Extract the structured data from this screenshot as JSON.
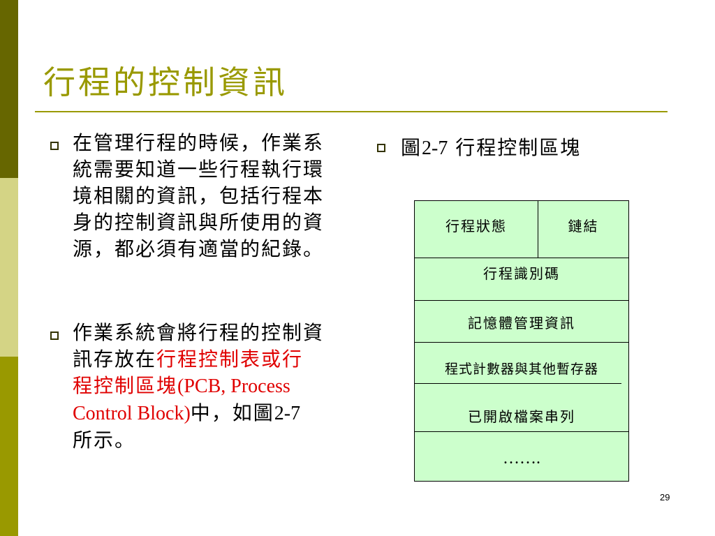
{
  "slide": {
    "title": "行程的控制資訊",
    "page_number": "29"
  },
  "bullets": [
    {
      "text": "在管理行程的時候，作業系統需要知道一些行程執行環境相關的資訊，包括行程本身的控制資訊與所使用的資源，都必須有適當的紀錄。"
    },
    {
      "prefix": "作業系統會將行程的控制資訊存放在",
      "highlight_cjk": "行程控制表或行程控制區塊",
      "highlight_latin": "(PCB, Process Control Block)",
      "suffix_cjk": "中，如",
      "suffix_line2_cjk": "圖",
      "suffix_line2_latin": "2-7",
      "suffix_line2_end": "所示。"
    }
  ],
  "figure": {
    "caption_prefix": "圖",
    "caption_number": "2-7",
    "caption_text": "行程控制區塊",
    "rows": {
      "process_state": "行程狀態",
      "link": "鏈結",
      "process_id": "行程識別碼",
      "memory_info": "記憶體管理資訊",
      "registers": "程式計數器與其他暫存器",
      "open_files": "已開啟檔案串列",
      "more": "……."
    },
    "fill_color": "#ccffcc"
  },
  "theme": {
    "accent": "#999900",
    "dark": "#666600",
    "light": "#d4d485",
    "highlight": "#e00000"
  }
}
